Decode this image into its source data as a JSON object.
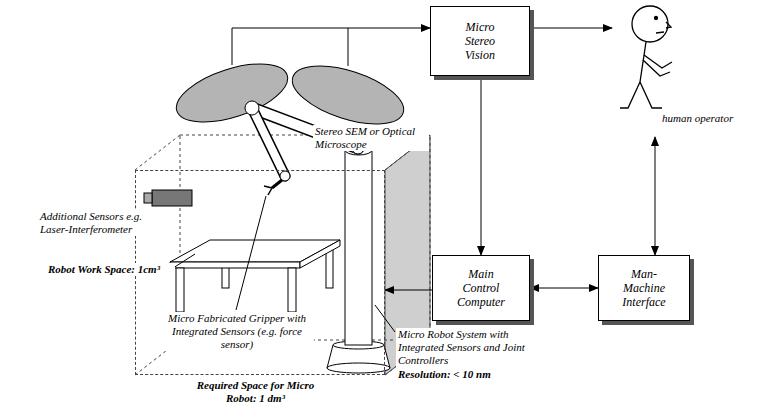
{
  "diagram": {
    "nodes": [
      {
        "text": [
          "Micro Stereo Vision"
        ]
      },
      {
        "text": [
          "human operator"
        ]
      },
      {
        "text": [
          "Stereo SEM or Optical Microscope"
        ]
      },
      {
        "text": [
          "Main Control Computer"
        ]
      },
      {
        "text": [
          "Man-Machine Interface"
        ]
      },
      {
        "text": [
          "Required Space for Micro Robot: 1 dm³"
        ]
      }
    ],
    "edges": [
      {
        "from": 2,
        "to": 0,
        "arrow": "to"
      },
      {
        "from": 0,
        "to": 1,
        "arrow": "to"
      },
      {
        "from": 0,
        "to": 3,
        "arrow": "to"
      },
      {
        "from": 3,
        "to": 5,
        "arrow": "to"
      },
      {
        "from": 3,
        "to": 4,
        "arrow": "both"
      },
      {
        "from": 1,
        "to": 4,
        "arrow": "both"
      }
    ],
    "labels": [
      "Additional Sensors e.g. Laser-Interferometer",
      "Robot Work Space: 1cm³",
      "Micro Fabricated Gripper with Integrated Sensors (e.g. force sensor)",
      "Micro Robot System with Integrated Sensors and Joint Controllers",
      "Resolution: < 10 nm"
    ]
  }
}
